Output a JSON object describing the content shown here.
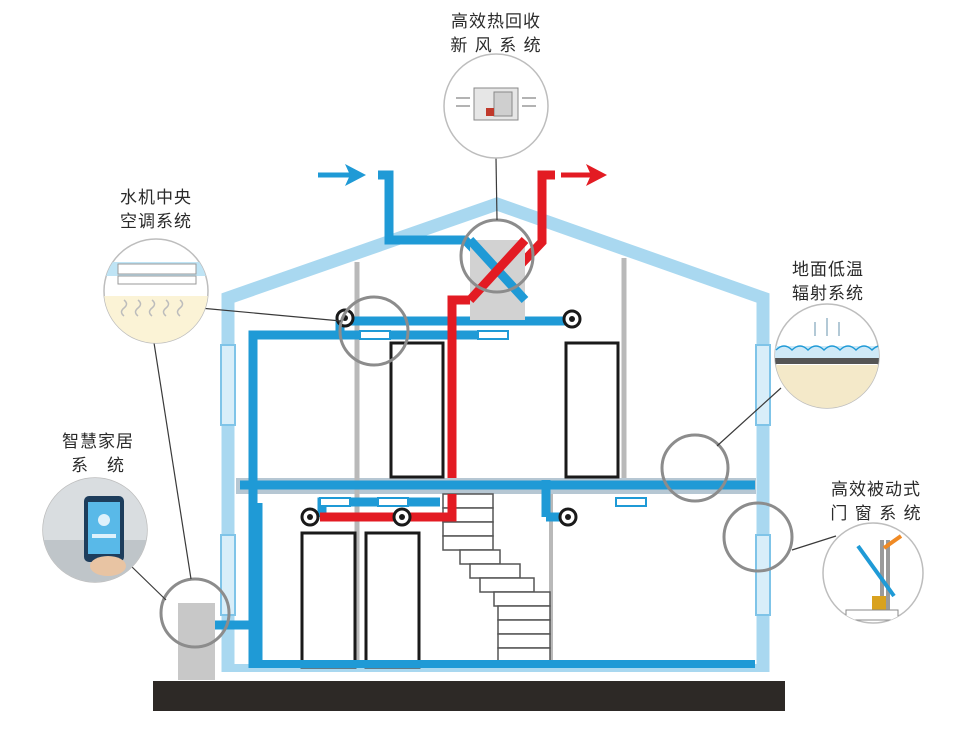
{
  "labels": {
    "heat_recovery": {
      "line1": "高效热回收",
      "line2": "新 风 系 统"
    },
    "water_ac": {
      "line1": "水机中央",
      "line2": "空调系统"
    },
    "floor_heating": {
      "line1": "地面低温",
      "line2": "辐射系统"
    },
    "smart_home": {
      "line1": "智慧家居",
      "line2": "系　统"
    },
    "passive_window": {
      "line1": "高效被动式",
      "line2": "门 窗 系 统"
    }
  },
  "icons": [
    "heat-recovery-unit-icon",
    "fan-coil-icon",
    "floor-radiant-icon",
    "smartphone-icon",
    "window-frame-icon",
    "airflow-in-arrow-icon",
    "airflow-out-arrow-icon"
  ],
  "colors": {
    "wall": "#a9d8f0",
    "duct_blue": "#1f9ad6",
    "duct_red": "#e31b23",
    "ground": "#2d2926",
    "callout_gray": "#8c8c8c",
    "floor_slab": "#b6c7d3"
  }
}
